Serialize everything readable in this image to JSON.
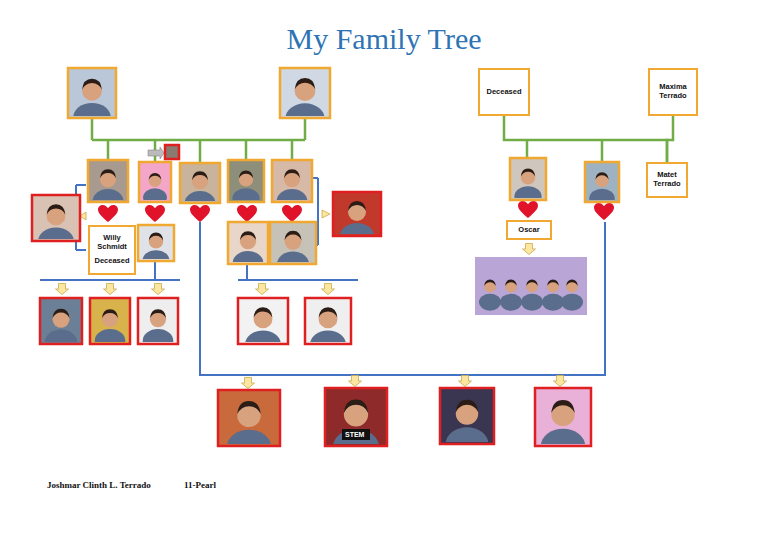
{
  "diagram": {
    "title": "My Family Tree",
    "nodes": [
      {
        "text": [
          "Deceased"
        ]
      },
      {
        "text": [
          "Maxima Terrado"
        ]
      },
      {
        "text": [
          "Matet Terrado"
        ]
      },
      {
        "text": [
          "Willy Schmidt",
          "Deceased"
        ]
      },
      {
        "text": [
          "Oscar"
        ]
      }
    ],
    "edges": [
      {
        "from": 0,
        "to": 2,
        "arrow": "none"
      },
      {
        "from": 1,
        "to": 2,
        "arrow": "none"
      }
    ],
    "labels": [
      "STEM",
      "Joshmar Clinth L. Terrado",
      "11-Pearl"
    ]
  }
}
